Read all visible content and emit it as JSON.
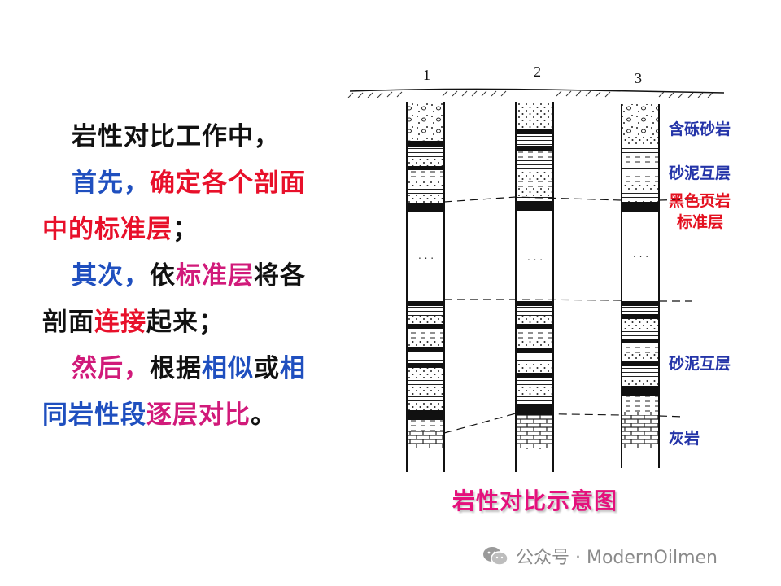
{
  "paragraph": {
    "lines": [
      [
        {
          "text": "岩性对比工作中，",
          "color": "black"
        }
      ],
      [
        {
          "text": "首先，",
          "color": "blue"
        },
        {
          "text": "确定各个剖面",
          "color": "red"
        }
      ],
      [
        {
          "text": "中的标准层",
          "color": "red"
        },
        {
          "text": "；",
          "color": "black"
        }
      ],
      [
        {
          "text": "其次，",
          "color": "blue"
        },
        {
          "text": "依",
          "color": "black"
        },
        {
          "text": "标准层",
          "color": "magenta"
        },
        {
          "text": "将各",
          "color": "black"
        }
      ],
      [
        {
          "text": "剖面",
          "color": "black"
        },
        {
          "text": "连接",
          "color": "red"
        },
        {
          "text": "起来；",
          "color": "black"
        }
      ],
      [
        {
          "text": "然后，",
          "color": "magenta"
        },
        {
          "text": "根据",
          "color": "black"
        },
        {
          "text": "相似",
          "color": "blue"
        },
        {
          "text": "或",
          "color": "black"
        },
        {
          "text": "相",
          "color": "blue"
        }
      ],
      [
        {
          "text": "同岩性段",
          "color": "blue"
        },
        {
          "text": "逐层对比",
          "color": "magenta"
        },
        {
          "text": "。",
          "color": "black"
        }
      ]
    ]
  },
  "diagram": {
    "column_numbers": [
      "1",
      "2",
      "3"
    ],
    "labels": {
      "conglomerate_sandstone": "含砾砂岩",
      "sand_mud_interbed_top": "砂泥互层",
      "black_shale": "黑色页岩",
      "marker_bed": "标准层",
      "sand_mud_interbed_bottom": "砂泥互层",
      "limestone": "灰岩"
    },
    "caption": "岩性对比示意图"
  },
  "watermark": {
    "text": "公众号 · ModernOilmen",
    "icon": "wechat-icon"
  },
  "colors": {
    "black": "#111111",
    "blue": "#1f4fbf",
    "red": "#e8102a",
    "magenta": "#d11a7a",
    "label_blue": "#2434a8",
    "label_red": "#e4101f",
    "caption": "#e5107c"
  }
}
